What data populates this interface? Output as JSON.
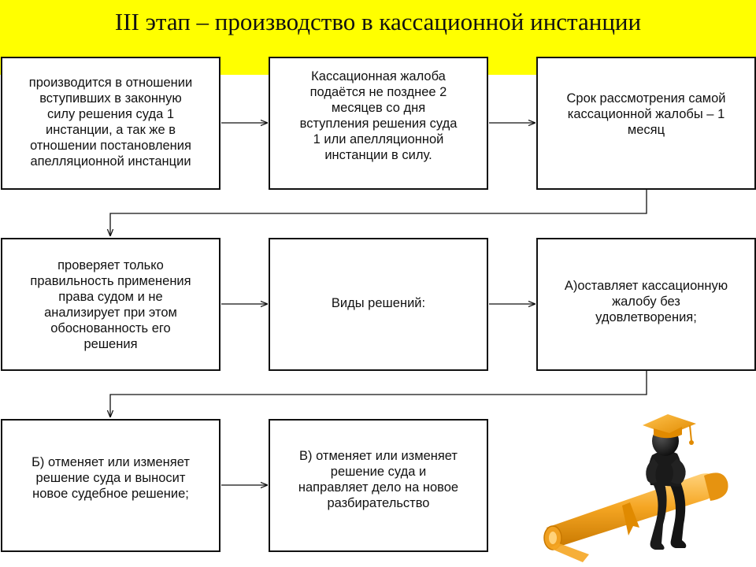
{
  "title": "III этап – производство в кассационной инстанции",
  "boxes": {
    "b1": "производится в отношении\nвступивших в законную\nсилу решения суда  1\nинстанции, а так же в\nотношении постановления\nапелляционной инстанции",
    "b2": "Кассационная  жалоба\nподаётся не позднее 2\nмесяцев со дня\nвступления решения суда\n1  или апелляционной\nинстанции в силу.",
    "b3": "Срок рассмотрения самой\nкассационной жалобы – 1\nмесяц",
    "b4": "проверяет только\nправильность применения\nправа судом и не\nанализирует при этом\nобоснованность его\nрешения",
    "b5": "Виды решений:",
    "b6": "А)оставляет кассационную\nжалобу без\nудовлетворения;",
    "b7": "Б) отменяет или изменяет\nрешение суда и выносит\nновое судебное решение;",
    "b8": "В) отменяет или изменяет\nрешение суда и\nнаправляет дело на новое\nразбирательство"
  },
  "colors": {
    "title_band": "#ffff00",
    "border": "#111111",
    "scroll_orange": "#f5a623",
    "figure_black": "#1a1a1a"
  },
  "icons": {
    "illustration": "graduate-figure-on-scroll-icon"
  }
}
